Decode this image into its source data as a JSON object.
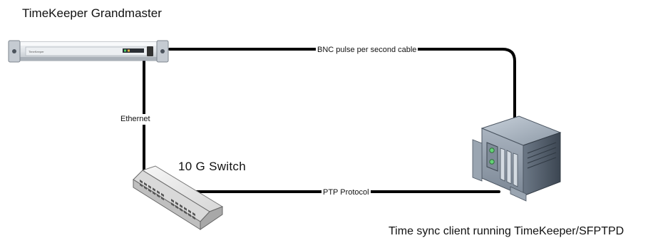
{
  "labels": {
    "grandmaster": "TimeKeeper Grandmaster",
    "switch": "10 G Switch",
    "client": "Time sync client running TimeKeeper/SFPTPD"
  },
  "cables": {
    "bnc": "BNC pulse per second cable",
    "ethernet": "Ethernet",
    "ptp": "PTP Protocol"
  },
  "device_text": {
    "server_brand": "TimeKeeper"
  },
  "colors": {
    "cable": "#000000",
    "server_body": "#d9dde2",
    "client_body": "#5a6675",
    "switch_body": "#e9e9e9"
  }
}
